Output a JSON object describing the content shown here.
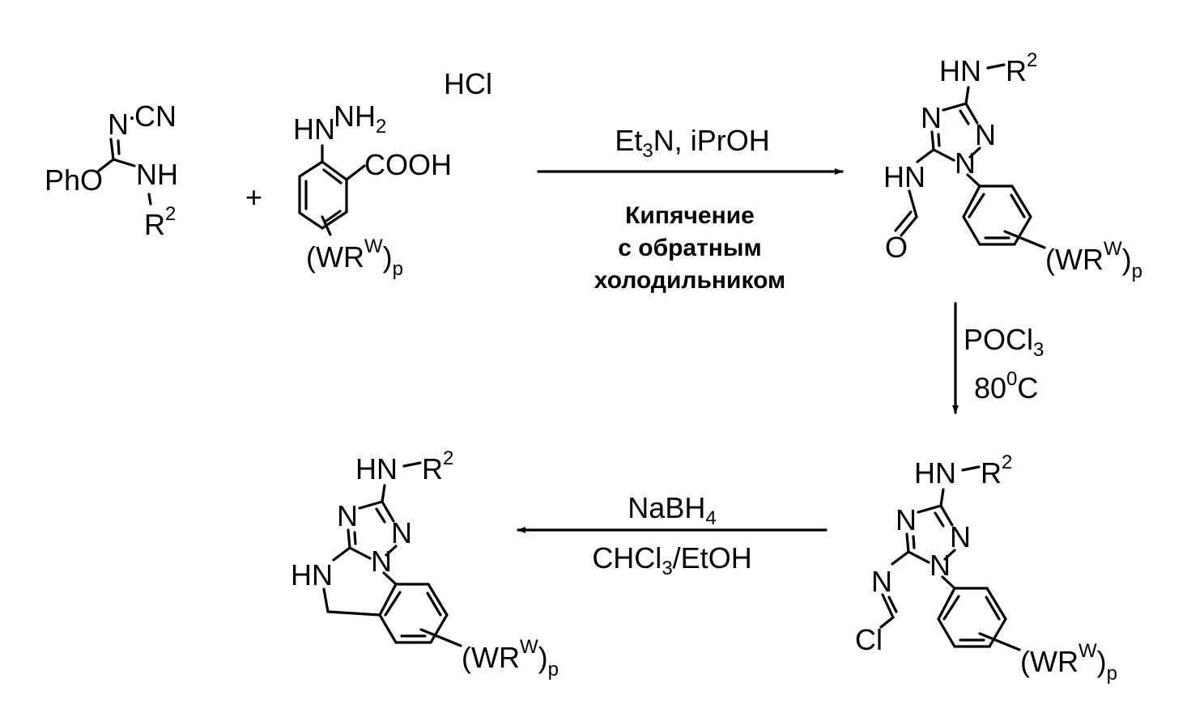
{
  "reactant1": {
    "pho": "PhO",
    "n": "N",
    "cn": "CN",
    "nh": "NH",
    "r": "R",
    "r_sup": "2"
  },
  "plus": "+",
  "reactant2": {
    "hcl": "HCl",
    "hn": "HN",
    "nh": "NH",
    "nh_sub": "2",
    "cooh": "COOH",
    "wr": "(WR",
    "w_sup": "W",
    "close": ")",
    "p_sub": "p"
  },
  "step1": {
    "reagent_a": "Et",
    "reagent_a_sub": "3",
    "reagent_b": "N, iPrOH",
    "conditions": [
      "Кипячение",
      "с обратным",
      "холодильником"
    ]
  },
  "step2": {
    "reagent": "POCl",
    "reagent_sub": "3",
    "temp_a": "80",
    "temp_sup": "0",
    "temp_b": "C"
  },
  "step3": {
    "reagent": "NaBH",
    "reagent_sub": "4",
    "solvent_a": "CHCl",
    "solvent_sub": "3",
    "solvent_b": "/EtOH"
  },
  "core": {
    "hn": "HN",
    "r": "R",
    "r_sup": "2",
    "n": "N",
    "wr": "(WR",
    "w_sup": "W",
    "close": ")",
    "p_sub": "p"
  },
  "product1": {
    "hn": "HN",
    "o": "O"
  },
  "product2": {
    "n": "N",
    "cl": "Cl"
  },
  "product3": {
    "hn": "HN"
  }
}
